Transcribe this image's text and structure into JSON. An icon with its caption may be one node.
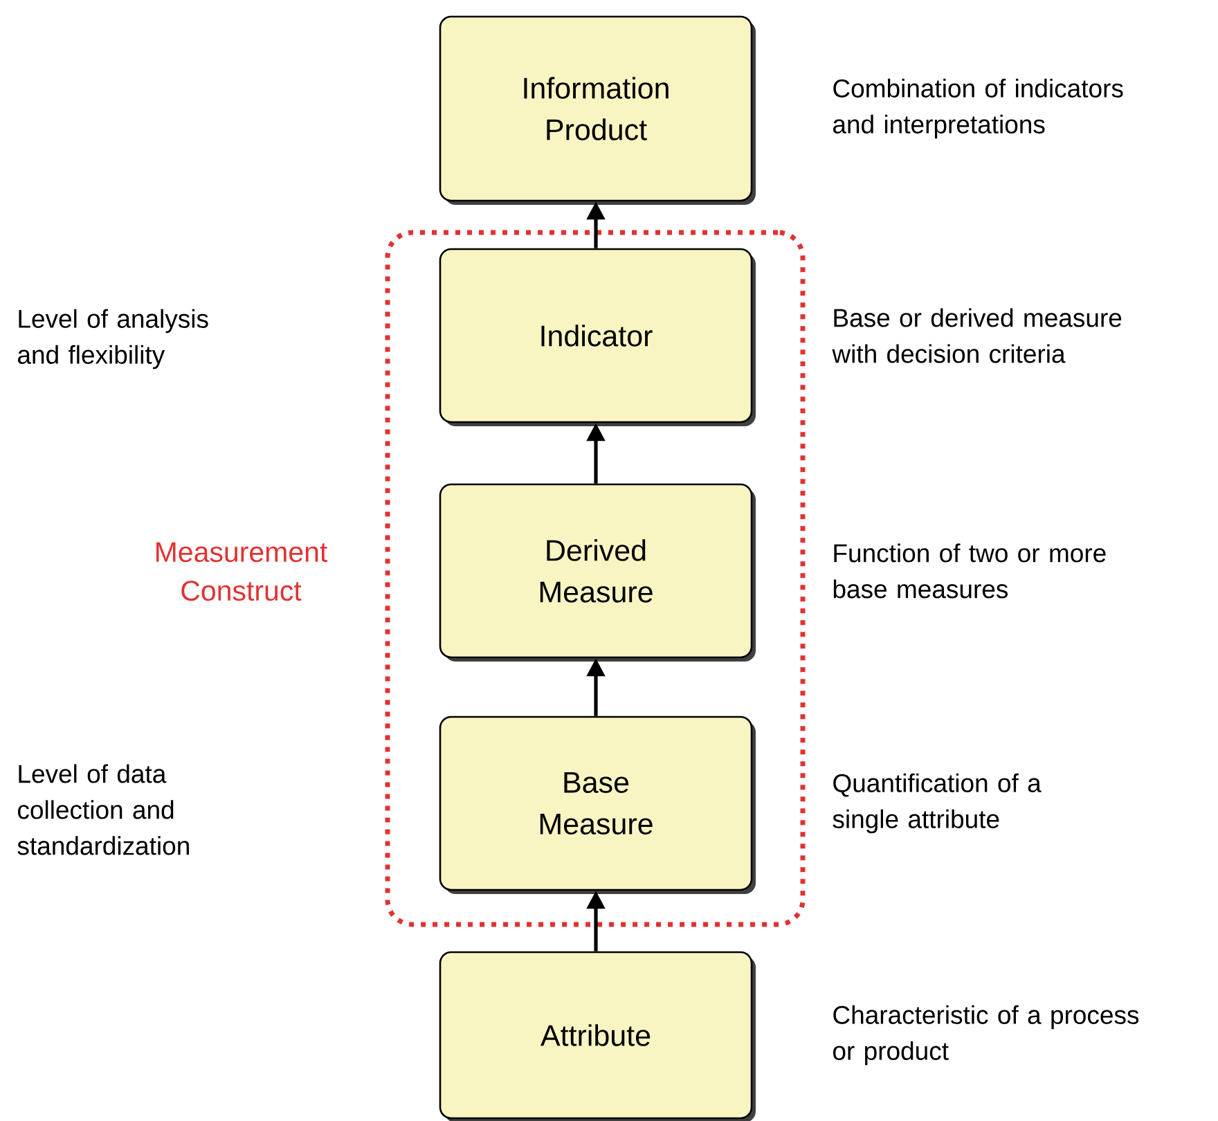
{
  "diagram": {
    "nodes": [
      {
        "text": [
          "Information Product"
        ],
        "beside": [
          "Combination of indicators and interpretations"
        ]
      },
      {
        "text": [
          "Measurement Construct"
        ]
      },
      {
        "text": [
          "Indicator"
        ],
        "in": 1,
        "beside": [
          "Base or derived measure with decision criteria"
        ]
      },
      {
        "text": [
          "Derived Measure"
        ],
        "in": 1,
        "beside": [
          "Function of two or more base measures"
        ]
      },
      {
        "text": [
          "Base Measure"
        ],
        "in": 1,
        "beside": [
          "Quantification of a single attribute"
        ]
      },
      {
        "text": [
          "Attribute"
        ],
        "beside": [
          "Characteristic of a process or product"
        ]
      }
    ],
    "edges": [
      {
        "from": 5,
        "to": 4,
        "arrow": "to"
      },
      {
        "from": 4,
        "to": 3,
        "arrow": "to"
      },
      {
        "from": 3,
        "to": 2,
        "arrow": "to"
      },
      {
        "from": 2,
        "to": 0,
        "arrow": "to"
      }
    ],
    "labels": [
      "Level of analysis and flexibility",
      "Level of data collection and standardization"
    ]
  }
}
